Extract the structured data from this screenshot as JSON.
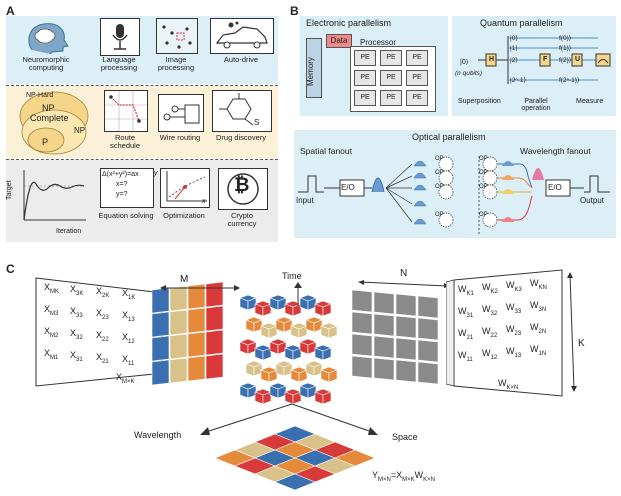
{
  "panels": {
    "a": "A",
    "b": "B",
    "c": "C"
  },
  "panel_a": {
    "row1": [
      "Neuromorphic computing",
      "Language processing",
      "Image processing",
      "Auto-drive"
    ],
    "venn": {
      "nphard": "NP-Hard",
      "npcomplete_1": "NP",
      "npcomplete_2": "Complete",
      "np": "NP",
      "p": "P"
    },
    "row2": [
      "Route schedule",
      "Wire routing",
      "Drug discovery"
    ],
    "drug_atom": "S",
    "target_axis": "Target",
    "iteration_axis": "Iteration",
    "equation": {
      "line1": "Δ(x²+y²)=ax",
      "line2": "x=?",
      "line3": "y=?"
    },
    "opt_x": "x",
    "opt_y": "y",
    "row3": [
      "Equation solving",
      "Optimization",
      "Crypto currency"
    ],
    "crypto_symbol": "₿"
  },
  "panel_b": {
    "electronic_title": "Electronic parallelism",
    "memory": "Memory",
    "data": "Data",
    "processor": "Processor",
    "pe": "PE",
    "quantum_title": "Quantum parallelism",
    "ket0": "|0⟩",
    "nqubits": "(n qubits)",
    "states": [
      "|0⟩",
      "|1⟩",
      "|2⟩",
      "|2ⁿ-1⟩"
    ],
    "fstates": [
      "f(0)⟩",
      "f(1)⟩",
      "f(2)⟩",
      "f(2ⁿ-1)⟩"
    ],
    "gate_h": "H",
    "gate_f": "F",
    "gate_u": "U",
    "quantum_steps": [
      "Superposition",
      "Parallel operation",
      "Measure"
    ],
    "optical_title": "Optical parallelism",
    "spatial": "Spatial fanout",
    "wavelength": "Wavelength fanout",
    "eo": "E/O",
    "op": "OP",
    "input": "Input",
    "output": "Output"
  },
  "panel_c": {
    "time": "Time",
    "wavelength": "Wavelength",
    "space": "Space",
    "m": "M",
    "n": "N",
    "k": "K",
    "x_matrix": [
      [
        "X",
        "MK"
      ],
      [
        "X",
        "3K"
      ],
      [
        "X",
        "2K"
      ],
      [
        "X",
        "1K"
      ],
      [
        "X",
        "M3"
      ],
      [
        "X",
        "33"
      ],
      [
        "X",
        "23"
      ],
      [
        "X",
        "13"
      ],
      [
        "X",
        "M2"
      ],
      [
        "X",
        "32"
      ],
      [
        "X",
        "22"
      ],
      [
        "X",
        "12"
      ],
      [
        "X",
        "M1"
      ],
      [
        "X",
        "31"
      ],
      [
        "X",
        "21"
      ],
      [
        "X",
        "11"
      ]
    ],
    "x_label": [
      "X",
      "M×K"
    ],
    "w_matrix": [
      [
        "W",
        "K1"
      ],
      [
        "W",
        "K2"
      ],
      [
        "W",
        "K3"
      ],
      [
        "W",
        "KN"
      ],
      [
        "W",
        "31"
      ],
      [
        "W",
        "32"
      ],
      [
        "W",
        "33"
      ],
      [
        "W",
        "3N"
      ],
      [
        "W",
        "21"
      ],
      [
        "W",
        "22"
      ],
      [
        "W",
        "23"
      ],
      [
        "W",
        "2N"
      ],
      [
        "W",
        "11"
      ],
      [
        "W",
        "12"
      ],
      [
        "W",
        "13"
      ],
      [
        "W",
        "1N"
      ]
    ],
    "w_label": [
      "W",
      "K×N"
    ],
    "equation": {
      "y": "Y",
      "ysub": "M×N",
      "eq": "=X",
      "xsub": "M×K",
      "w": "W",
      "wsub": "K×N"
    }
  },
  "colors": {
    "blue": "#3a6fb0",
    "red": "#d83a3a",
    "orange": "#e58a3a",
    "sand": "#d9c28a",
    "grey": "#8a8a8a",
    "panelA1": "#dceef6",
    "panelA2": "#fbf1d8",
    "panelA3": "#ececec",
    "panelB": "#dceef6",
    "pe": "#e6e6e6",
    "data": "#f08a8a"
  }
}
